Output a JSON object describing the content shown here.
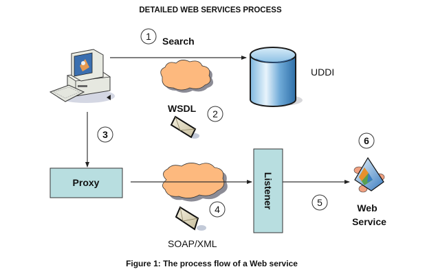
{
  "title": "DETAILED WEB SERVICES PROCESS",
  "caption": "Figure 1: The process flow of a Web service",
  "nodes": {
    "client": {
      "icon": "computer-icon"
    },
    "uddi": {
      "label": "UDDI",
      "icon": "database-icon"
    },
    "proxy": {
      "label": "Proxy"
    },
    "listener": {
      "label": "Listener"
    },
    "web_service": {
      "label_line1": "Web",
      "label_line2": "Service",
      "icon": "web-service-icon"
    }
  },
  "steps": [
    {
      "number": "1",
      "label": "Search"
    },
    {
      "number": "2",
      "label": "WSDL"
    },
    {
      "number": "3",
      "label": ""
    },
    {
      "number": "4",
      "label": "SOAP/XML"
    },
    {
      "number": "5",
      "label": ""
    },
    {
      "number": "6",
      "label": ""
    }
  ],
  "colors": {
    "box_fill": "#B8DEE0",
    "cloud_fill": "#FDB97E",
    "cloud_shadow": "#8C8C96",
    "cylinder_blue": "#4A90C8"
  }
}
